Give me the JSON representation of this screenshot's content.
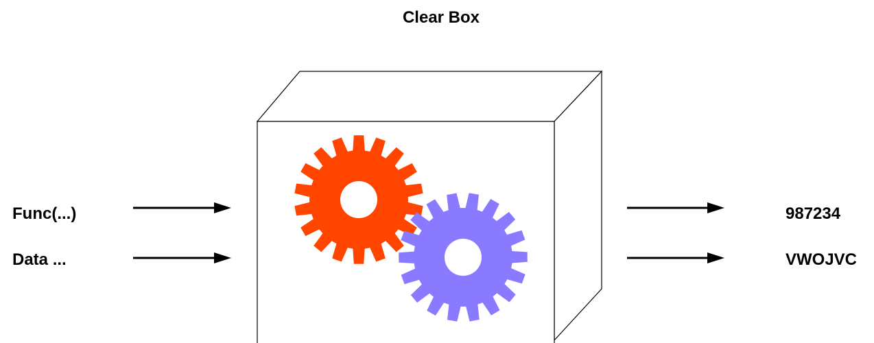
{
  "title": "Clear Box",
  "inputs": [
    {
      "label": "Func(...)"
    },
    {
      "label": "Data ..."
    }
  ],
  "outputs": [
    {
      "label": "987234"
    },
    {
      "label": "VWOJVC"
    }
  ],
  "colors": {
    "stroke": "#000000",
    "gear_primary": "#ff4500",
    "gear_secondary": "#8a7aff",
    "box_fill": "#ffffff",
    "gear_hole": "#ffffff"
  },
  "icons": {
    "gear_primary": "gear-icon",
    "gear_secondary": "gear-icon"
  }
}
